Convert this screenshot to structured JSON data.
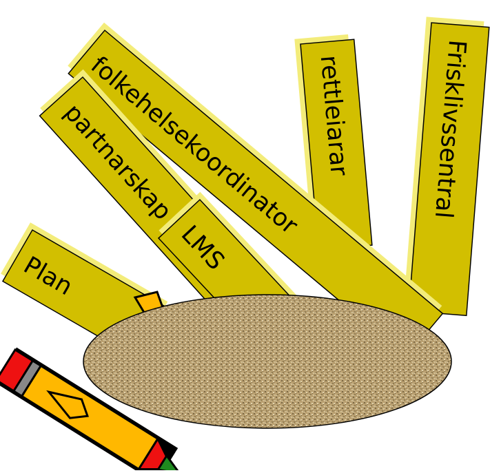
{
  "labels": {
    "plan": "Plan",
    "partnarskap": "partnarskap",
    "lms": "LMS",
    "folkehelsekoordinator": "folkehelsekoordinator",
    "rettleiarar": "rettleiarar",
    "frisklivssentral": "Frisklivssentral"
  },
  "colors": {
    "card_fill": "#d2bf00",
    "card_shadow": "#f3ec7a",
    "pot_fill": "#b9a071",
    "pencil_body": "#ffb800",
    "pencil_red": "#ee1111",
    "pencil_green": "#1f8a1f"
  },
  "icons": {
    "pencil": "pencil-icon",
    "pot": "sand-bowl"
  }
}
